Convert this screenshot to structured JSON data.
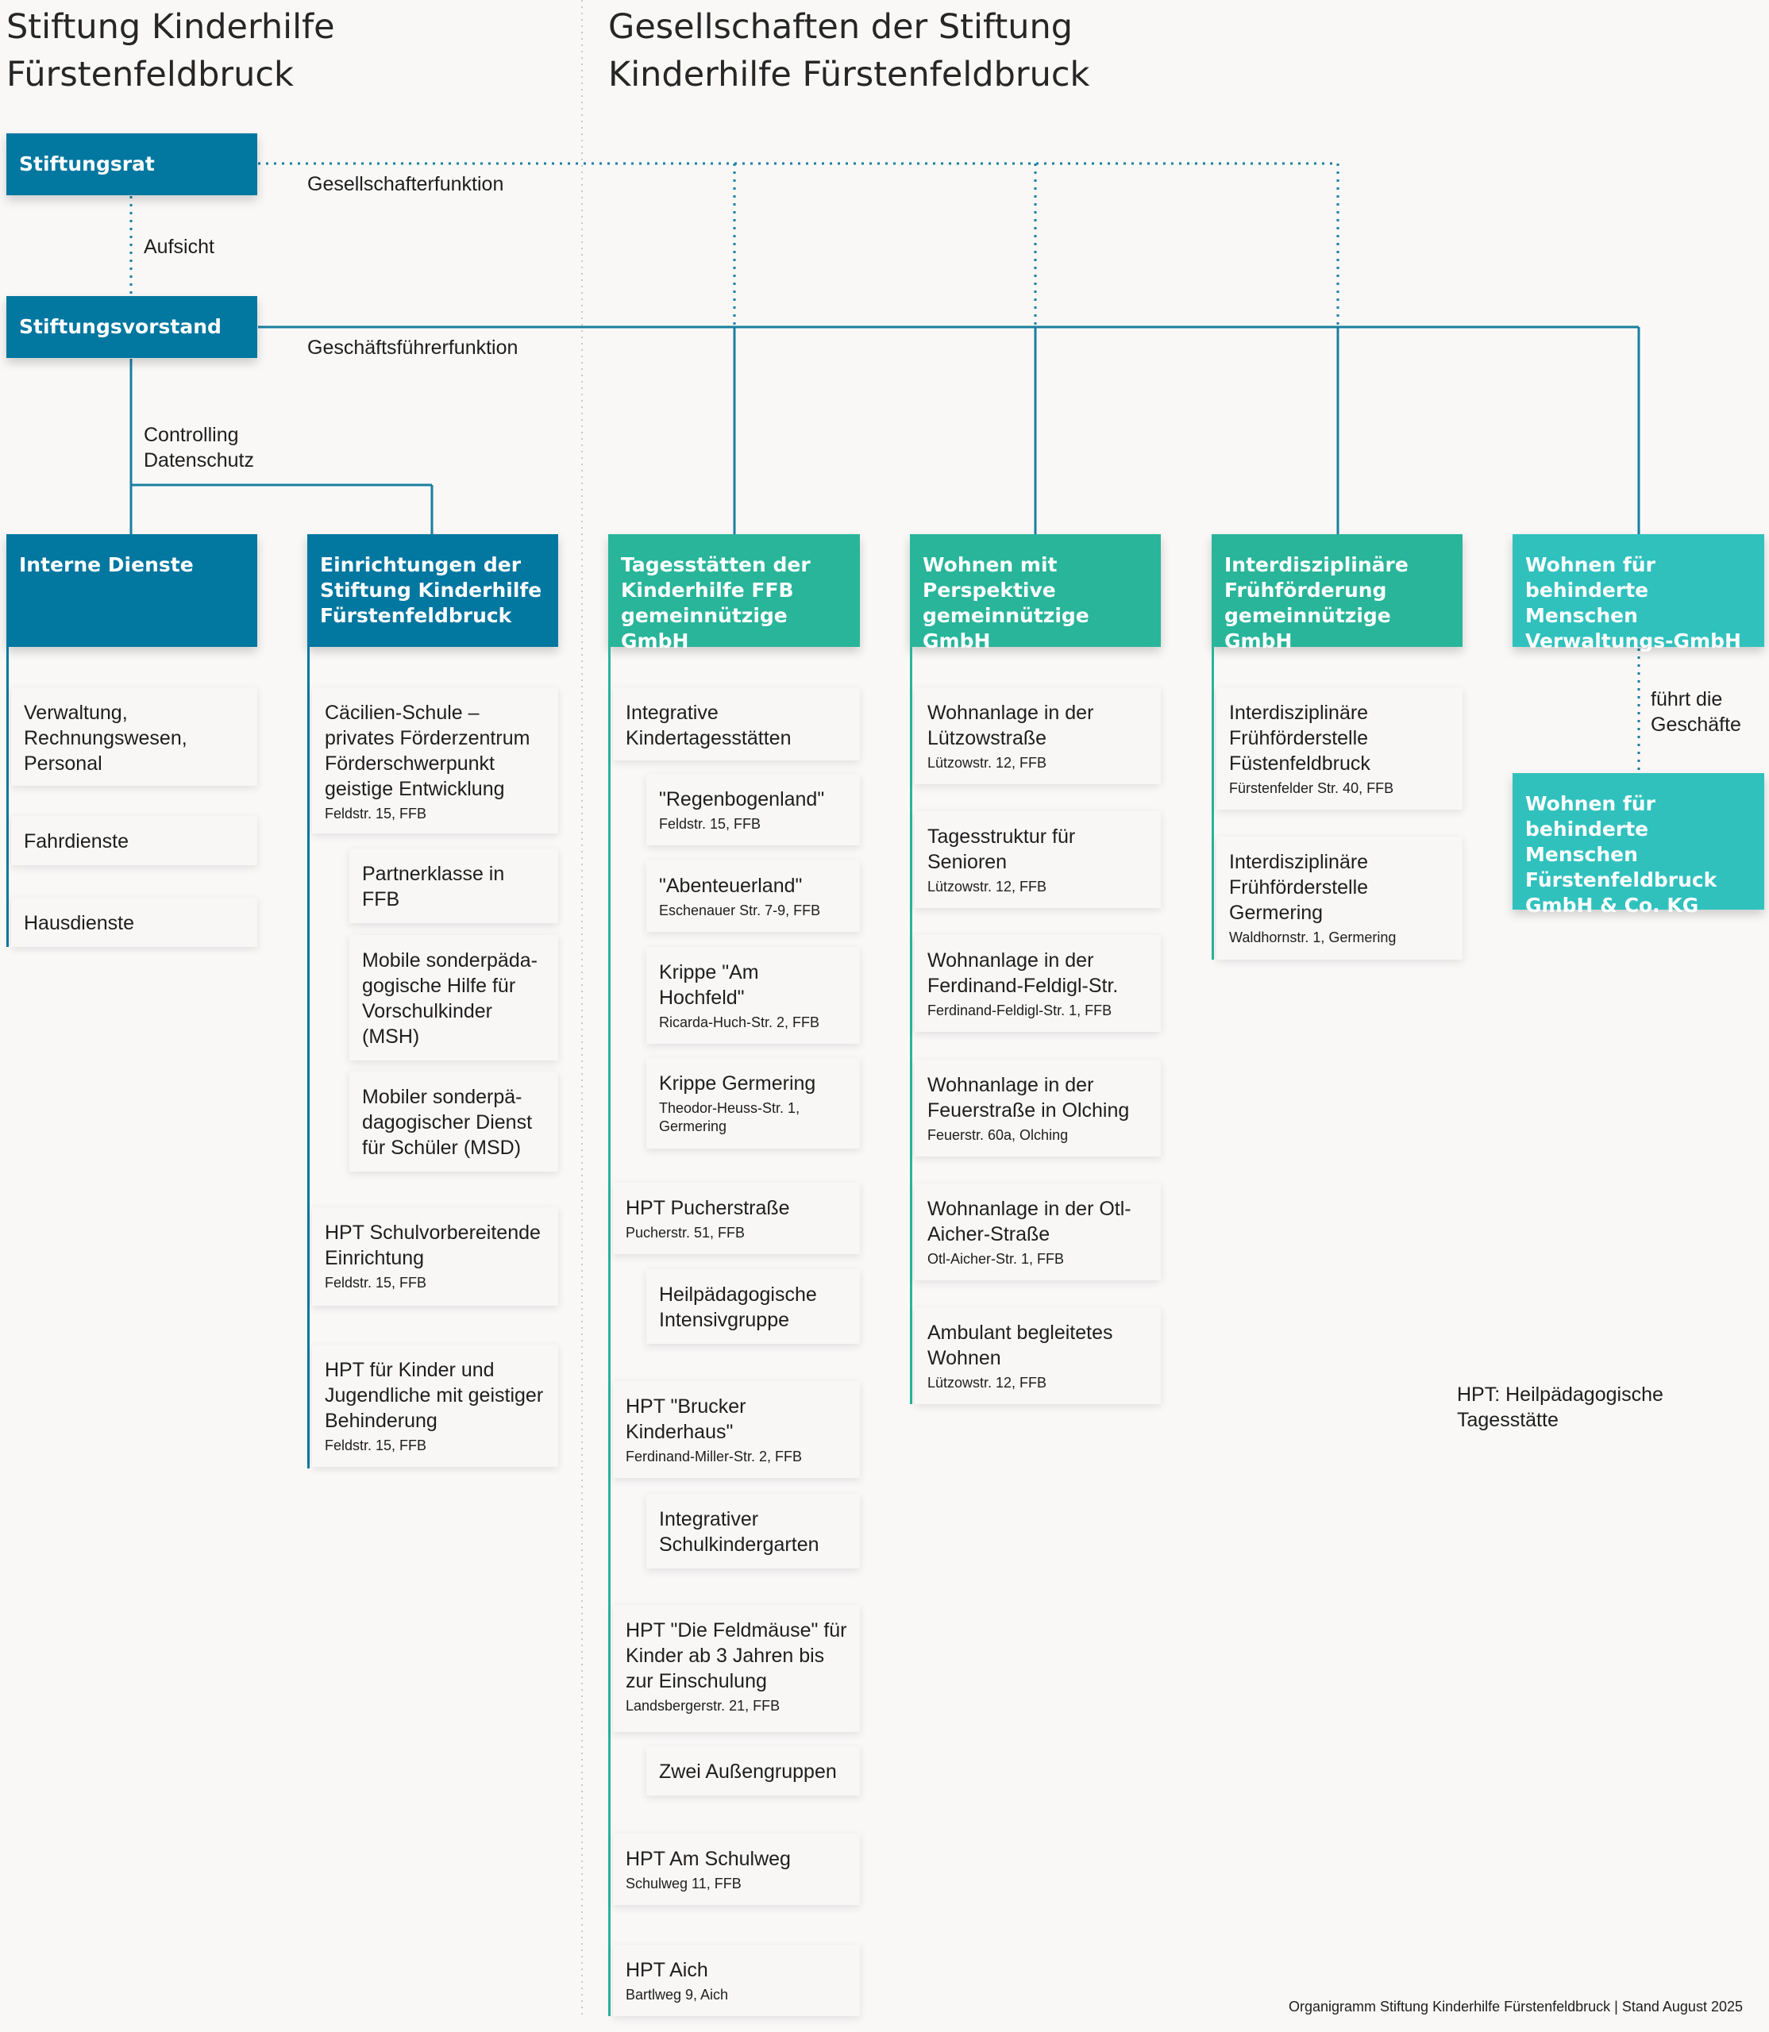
{
  "titles": {
    "left": "Stiftung Kinderhilfe Fürstenfeldbruck",
    "right": "Gesellschaften der Stiftung Kinderhilfe Fürstenfeldbruck"
  },
  "colors": {
    "blue": "#0277a0",
    "green": "#29b59a",
    "teal": "#30c1bd",
    "line": "#1a7fa0"
  },
  "top": {
    "stiftungsrat": "Stiftungsrat",
    "stiftungsvorstand": "Stiftungsvorstand",
    "gesellschafterfunktion": "Gesellschafterfunktion",
    "aufsicht": "Aufsicht",
    "geschaeftsfuehrerfunktion": "Geschäftsführerfunktion",
    "controlling": "Controlling",
    "datenschutz": "Datenschutz"
  },
  "columns": [
    {
      "header": "Interne Dienste",
      "items": [
        {
          "title": "Verwaltung, Rechnungswesen, Personal",
          "address": ""
        },
        {
          "title": "Fahrdienste",
          "address": ""
        },
        {
          "title": "Hausdienste",
          "address": ""
        }
      ]
    },
    {
      "header": "Einrichtungen der Stiftung Kinderhilfe Fürstenfeldbruck",
      "items": [
        {
          "title": "Cäcilien-Schule – privates Förderzentrum Förderschwerpunkt geistige Entwicklung",
          "address": "Feldstr. 15, FFB"
        },
        {
          "title": "Partnerklasse in FFB",
          "address": ""
        },
        {
          "title": "Mobile sonderpäda-gogische Hilfe für Vorschulkinder (MSH)",
          "address": ""
        },
        {
          "title": "Mobiler sonderpä-dagogischer Dienst für Schüler (MSD)",
          "address": ""
        },
        {
          "title": "HPT Schulvorbereitende Einrichtung",
          "address": "Feldstr. 15, FFB"
        },
        {
          "title": "HPT für Kinder und Jugendliche mit geistiger Behinderung",
          "address": "Feldstr. 15, FFB"
        }
      ]
    },
    {
      "header": "Tagesstätten der Kinderhilfe FFB gemeinnützige GmbH",
      "items": [
        {
          "title": "Integrative Kindertagesstätten",
          "address": ""
        },
        {
          "title": "\"Regenbogenland\"",
          "address": "Feldstr. 15, FFB"
        },
        {
          "title": "\"Abenteuerland\"",
          "address": "Eschenauer Str. 7-9, FFB"
        },
        {
          "title": "Krippe \"Am Hochfeld\"",
          "address": "Ricarda-Huch-Str. 2, FFB"
        },
        {
          "title": "Krippe Germering",
          "address": "Theodor-Heuss-Str. 1, Germering"
        },
        {
          "title": "HPT Pucherstraße",
          "address": "Pucherstr. 51, FFB"
        },
        {
          "title": "Heilpädagogische Intensivgruppe",
          "address": ""
        },
        {
          "title": "HPT \"Brucker Kinderhaus\"",
          "address": "Ferdinand-Miller-Str. 2, FFB"
        },
        {
          "title": "Integrativer Schulkindergarten",
          "address": ""
        },
        {
          "title": "HPT \"Die Feldmäuse\" für Kinder ab 3 Jahren bis zur Einschulung",
          "address": "Landsbergerstr. 21, FFB"
        },
        {
          "title": "Zwei Außengruppen",
          "address": ""
        },
        {
          "title": "HPT Am Schulweg",
          "address": "Schulweg 11, FFB"
        },
        {
          "title": "HPT Aich",
          "address": "Bartlweg 9, Aich"
        }
      ]
    },
    {
      "header": "Wohnen mit Perspektive gemeinnützige GmbH",
      "items": [
        {
          "title": "Wohnanlage in der Lützowstraße",
          "address": "Lützowstr. 12, FFB"
        },
        {
          "title": "Tagesstruktur für Senioren",
          "address": "Lützowstr. 12, FFB"
        },
        {
          "title": "Wohnanlage in der Ferdinand-Feldigl-Str.",
          "address": "Ferdinand-Feldigl-Str. 1, FFB"
        },
        {
          "title": "Wohnanlage in der Feuerstraße in Olching",
          "address": "Feuerstr. 60a, Olching"
        },
        {
          "title": "Wohnanlage in der Otl-Aicher-Straße",
          "address": "Otl-Aicher-Str. 1, FFB"
        },
        {
          "title": "Ambulant begleitetes Wohnen",
          "address": "Lützowstr. 12, FFB"
        }
      ]
    },
    {
      "header": "Interdisziplinäre Frühförderung gemeinnützige GmbH",
      "items": [
        {
          "title": "Interdisziplinäre Frühförderstelle Füstenfeldbruck",
          "address": "Fürstenfelder Str. 40, FFB"
        },
        {
          "title": "Interdisziplinäre Frühförderstelle Germering",
          "address": "Waldhornstr. 1, Germering"
        }
      ]
    },
    {
      "header": "Wohnen für behinderte Menschen Verwaltungs-GmbH",
      "items": []
    }
  ],
  "wfbm": {
    "fuehrt_label": "führt die Geschäfte",
    "kg": "Wohnen für behinderte Menschen Fürstenfeldbruck GmbH & Co. KG"
  },
  "legend": "HPT: Heilpädagogische Tagesstätte",
  "footer": "Organigramm Stiftung Kinderhilfe Fürstenfeldbruck | Stand August 2025"
}
